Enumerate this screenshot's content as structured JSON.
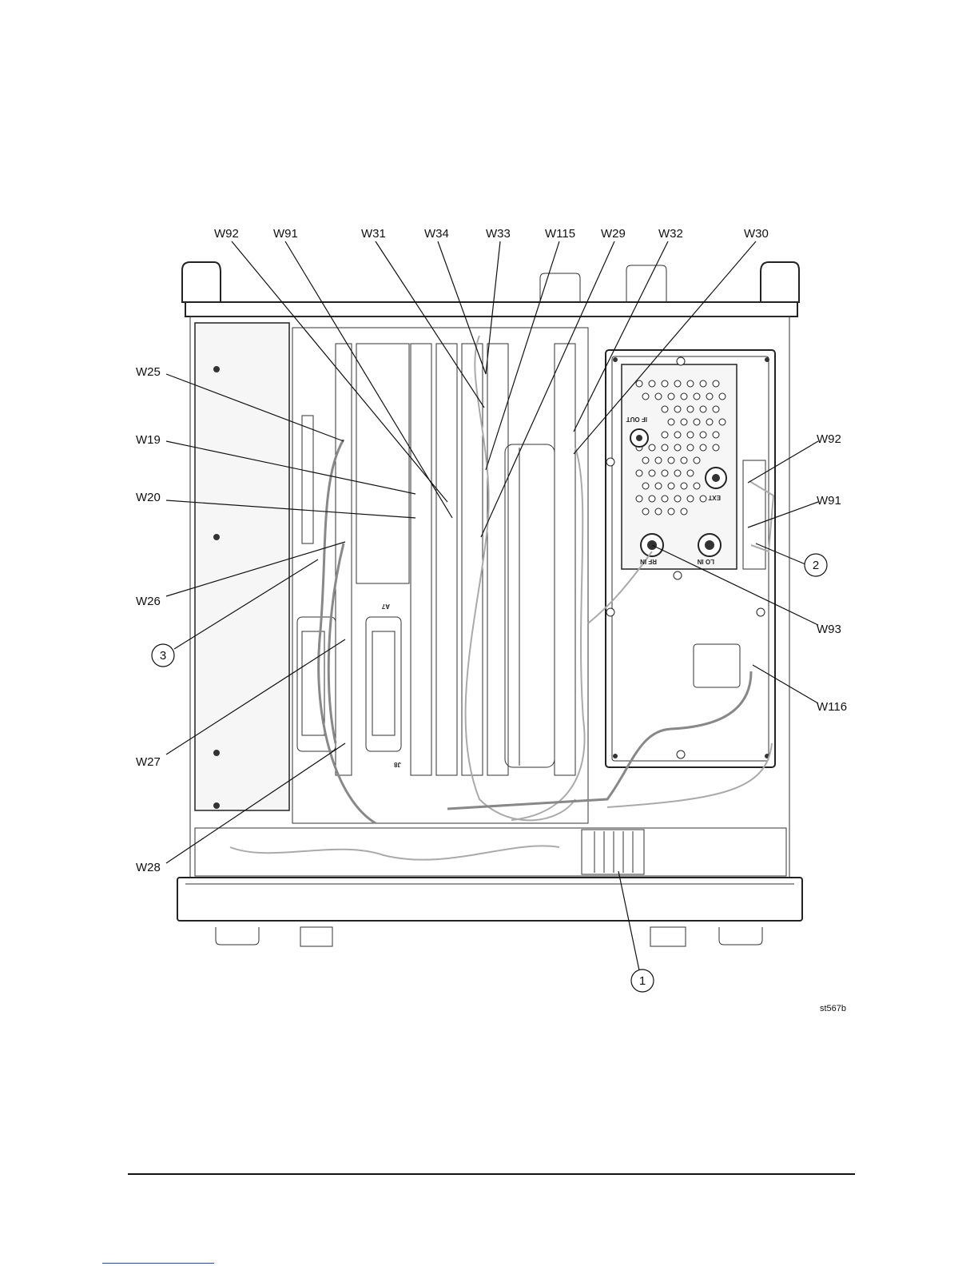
{
  "figure": {
    "top_callouts": [
      "W92",
      "W91",
      "W31",
      "W34",
      "W33",
      "W115",
      "W29",
      "W32",
      "W30"
    ],
    "left_callouts": [
      "W25",
      "W19",
      "W20",
      "W26",
      "W27",
      "W28"
    ],
    "right_callouts": [
      "W92",
      "W91",
      "W93",
      "W116"
    ],
    "numbered_callouts": [
      "1",
      "2",
      "3"
    ],
    "module_labels": [
      "A7",
      "J8",
      "IF OUT",
      "EXT",
      "RF IN",
      "LO IN"
    ],
    "figure_id": "st567b"
  }
}
